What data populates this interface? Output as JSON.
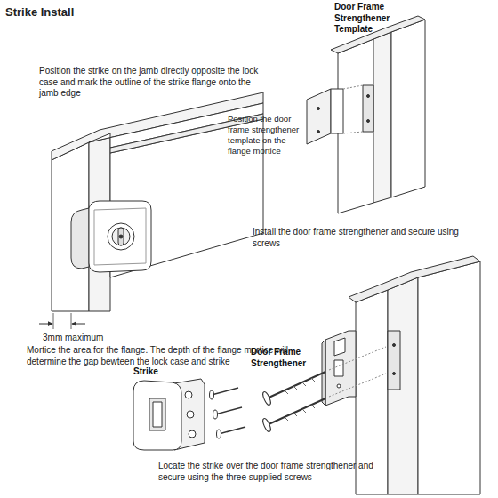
{
  "diagram": {
    "title": "Strike Install",
    "labels": [
      "Position the strike on the jamb directly opposite the lock case and mark the outline of the strike flange onto the jamb edge",
      "Door Frame Strengthener Template",
      "Position the door frame strengthener template on the flange mortice",
      "Install the door frame strengthener and secure using screws",
      "3mm maximum",
      "Mortice the area for the flange. The depth of the flange mortice will determine the gap bewteen the lock case and strike",
      "Door Frame Strengthener",
      "Strike",
      "Locate the strike over the door frame strengthener and secure using the three supplied screws"
    ]
  }
}
